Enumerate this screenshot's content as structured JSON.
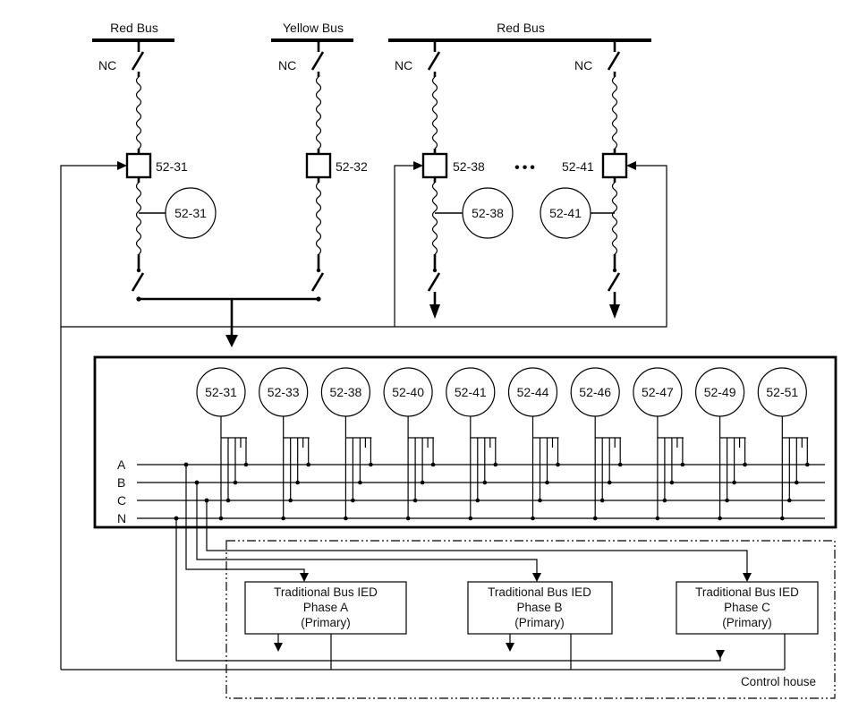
{
  "buses": {
    "red_bus_left": "Red Bus",
    "yellow_bus": "Yellow Bus",
    "red_bus_right": "Red Bus"
  },
  "switch_state": "NC",
  "breakers": [
    "52-31",
    "52-32",
    "52-38",
    "52-41"
  ],
  "ellipsis": "•••",
  "relays_top": [
    "52-31",
    "52-38",
    "52-41"
  ],
  "panel_relays": [
    "52-31",
    "52-33",
    "52-38",
    "52-40",
    "52-41",
    "52-44",
    "52-46",
    "52-47",
    "52-49",
    "52-51"
  ],
  "phases": [
    "A",
    "B",
    "C",
    "N"
  ],
  "ieds": [
    {
      "line1": "Traditional Bus IED",
      "line2": "Phase A",
      "line3": "(Primary)"
    },
    {
      "line1": "Traditional Bus IED",
      "line2": "Phase B",
      "line3": "(Primary)"
    },
    {
      "line1": "Traditional Bus IED",
      "line2": "Phase C",
      "line3": "(Primary)"
    }
  ],
  "control_house": "Control house"
}
